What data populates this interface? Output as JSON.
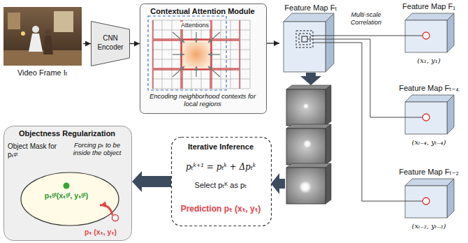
{
  "diagram": {
    "nodes": [
      {
        "text": [
          "Video Frame Iₜ"
        ]
      },
      {
        "text": [
          "CNN Encoder"
        ]
      },
      {
        "text": [
          "Contextual Attention Module",
          "Attentions",
          "Encoding neighborhood contexts for local regions"
        ]
      },
      {
        "text": [
          "Feature Map Fₜ"
        ]
      },
      {
        "text": [
          "Feature Map F₁",
          "(x₁, y₁)"
        ]
      },
      {
        "text": [
          "Feature Map Fₜ₋₄",
          "(xₜ₋₄, yₜ₋₄)"
        ]
      },
      {
        "text": [
          "Feature Map Fₜ₋₂",
          "(xₜ₋₂, yₜ₋₂)"
        ]
      },
      {
        "text": [
          "Iterative Inference",
          "pₜᵏ⁺¹ = pₜᵏ + Δpₜᵏ",
          "Select pₜᴷ as pₜ",
          "Prediction pₜ (xₜ, yₜ)"
        ]
      },
      {
        "text": [
          "Objectness Regularization",
          "Object Mask for pₜᵍᵗ",
          "Forcing pₜ to be inside the object",
          "pₜᵍᵗ(xₜᵍᵗ, yₜᵍᵗ)",
          "pₜ (xₜ, yₜ)"
        ]
      }
    ],
    "edges": [
      {
        "from": 0,
        "to": 1,
        "arrow": "to"
      },
      {
        "from": 1,
        "to": 2,
        "arrow": "to"
      },
      {
        "from": 2,
        "to": 3,
        "arrow": "to"
      },
      {
        "from": 4,
        "to": 3,
        "arrow": "none"
      },
      {
        "from": 5,
        "to": 3,
        "arrow": "none"
      },
      {
        "from": 6,
        "to": 3,
        "arrow": "none"
      },
      {
        "from": 7,
        "to": 8,
        "arrow": "to"
      }
    ],
    "labels": [
      "Multi-scale Correlation"
    ]
  }
}
